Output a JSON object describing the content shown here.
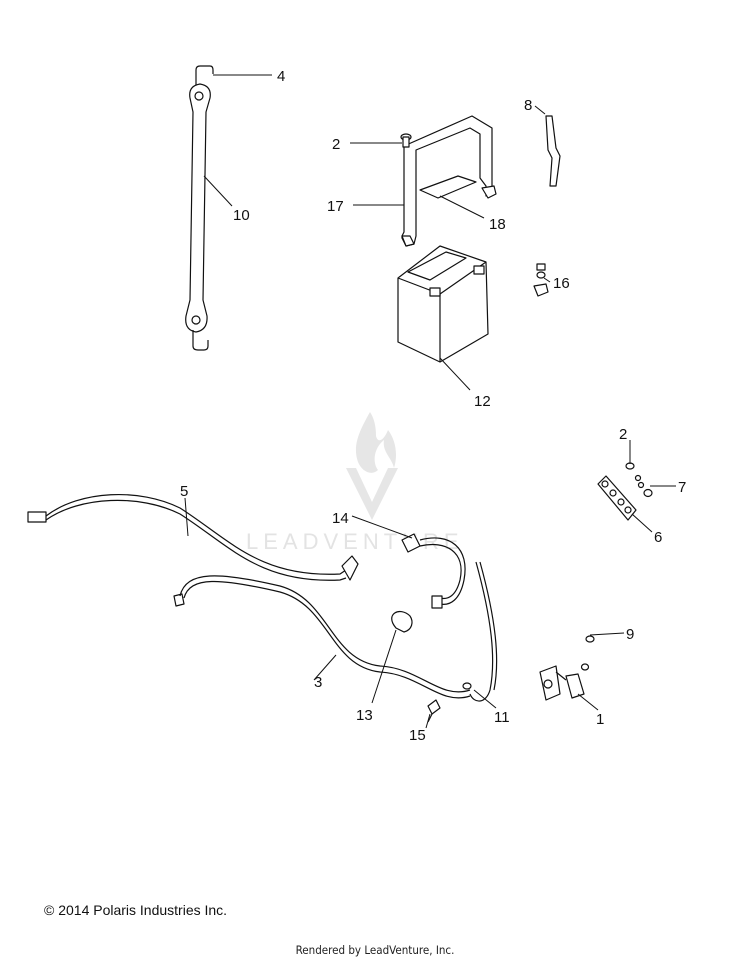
{
  "callouts": {
    "c1": "1",
    "c2a": "2",
    "c2b": "2",
    "c3": "3",
    "c4": "4",
    "c5": "5",
    "c6": "6",
    "c7": "7",
    "c8": "8",
    "c9": "9",
    "c10": "10",
    "c11": "11",
    "c12": "12",
    "c13": "13",
    "c14": "14",
    "c15": "15",
    "c16": "16",
    "c17": "17",
    "c18": "18"
  },
  "watermark": {
    "text": "LEADVENTURE"
  },
  "footer": {
    "copyright": "© 2014 Polaris Industries Inc.",
    "rendered_by": "Rendered by LeadVenture, Inc."
  }
}
